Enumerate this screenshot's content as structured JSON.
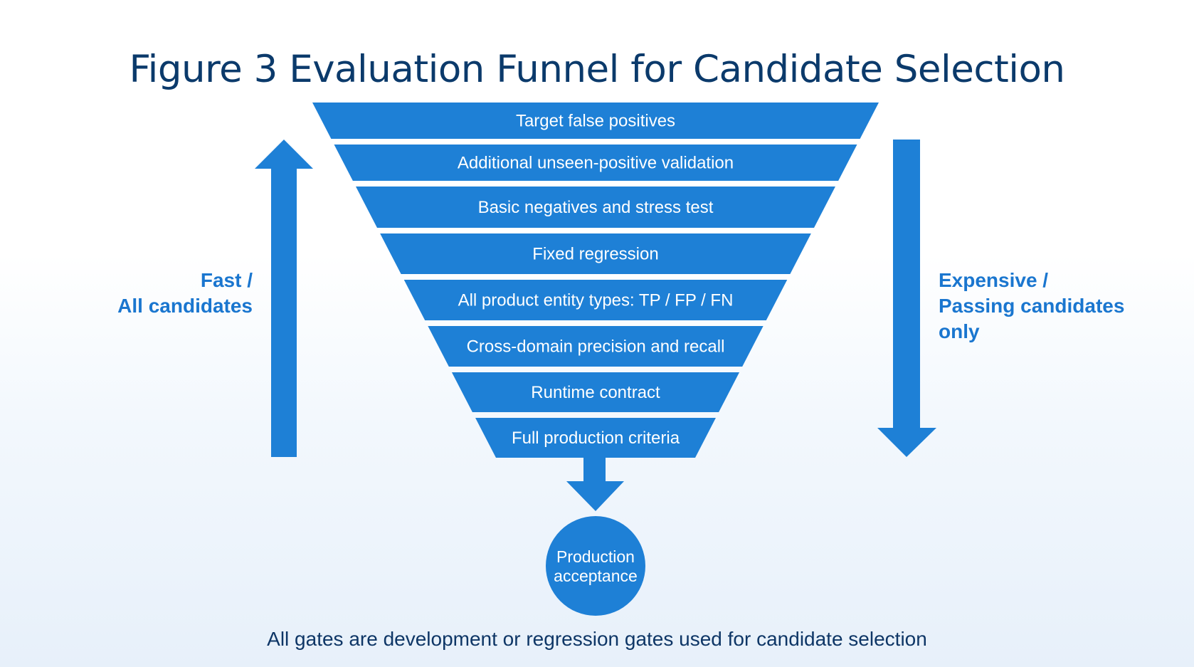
{
  "figure": {
    "title": "Figure 3 Evaluation Funnel for Candidate Selection",
    "footer_note": "All gates are development or regression gates used for candidate selection"
  },
  "colors": {
    "funnel_fill": "#1e80d6",
    "arrow_fill": "#1e80d6",
    "title_text": "#0b3a6b",
    "side_label_text": "#1a76cf",
    "footer_text": "#0e3666",
    "stage_text": "#ffffff"
  },
  "funnel": {
    "stages": [
      {
        "label": "Target false positives"
      },
      {
        "label": "Additional unseen-positive validation"
      },
      {
        "label": "Basic negatives and stress test"
      },
      {
        "label": "Fixed regression"
      },
      {
        "label": "All product entity types: TP / FP / FN"
      },
      {
        "label": "Cross-domain precision and recall"
      },
      {
        "label": "Runtime contract"
      },
      {
        "label": "Full production criteria"
      }
    ],
    "outcome": {
      "line1": "Production",
      "line2": "acceptance"
    }
  },
  "left_arrow": {
    "direction": "up",
    "label_line1": "Fast /",
    "label_line2": "All candidates"
  },
  "right_arrow": {
    "direction": "down",
    "label_line1": "Expensive /",
    "label_line2": "Passing candidates",
    "label_line3": "only"
  }
}
